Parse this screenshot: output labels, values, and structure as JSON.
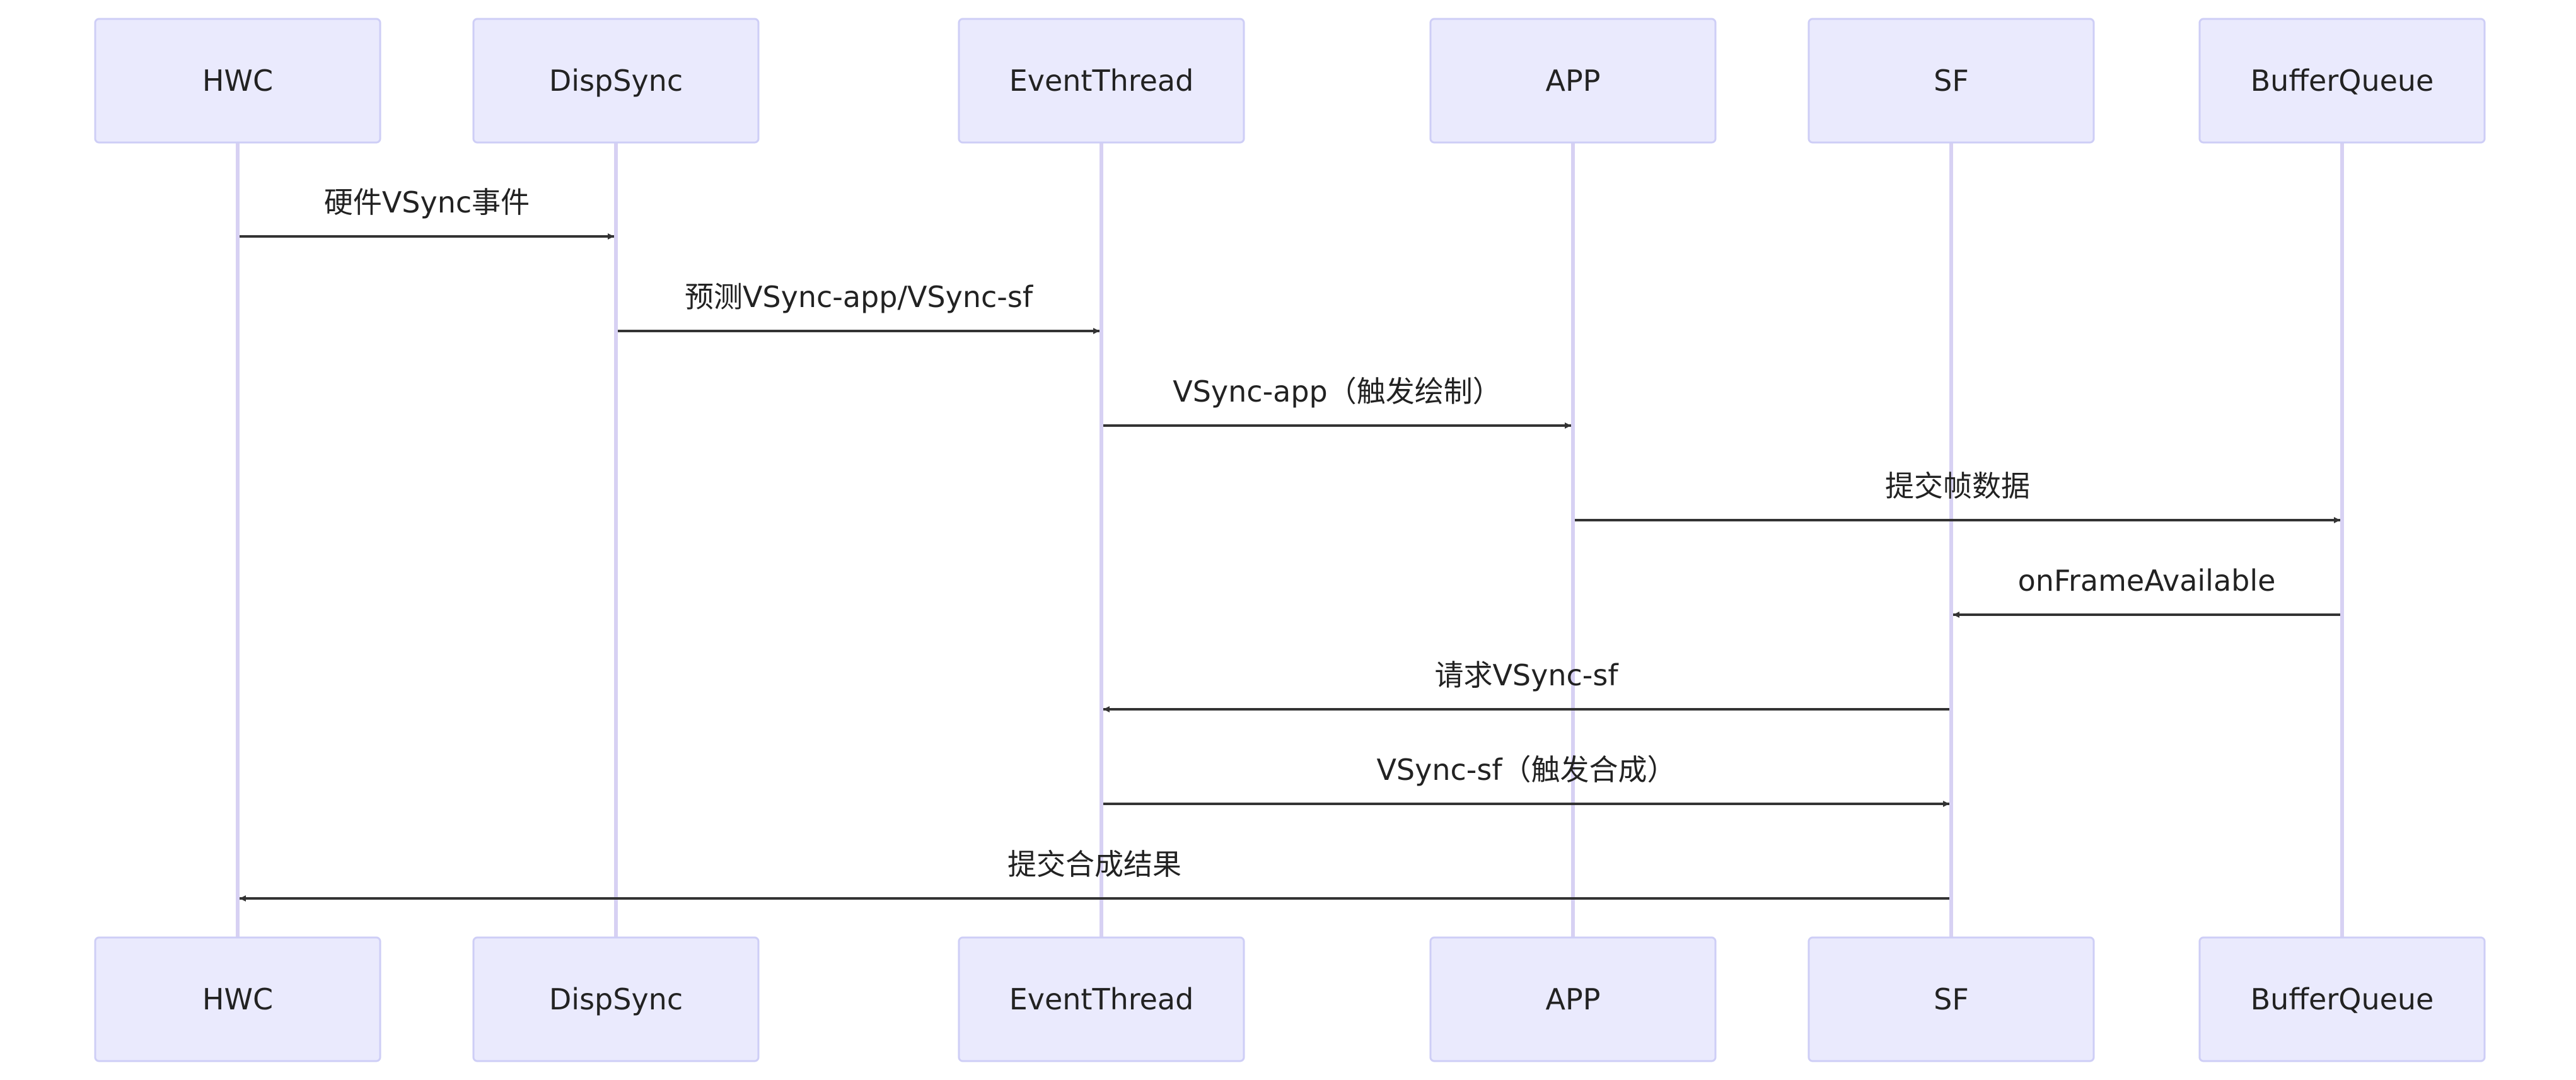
{
  "participants": [
    {
      "id": "hwc",
      "label": "HWC"
    },
    {
      "id": "dispsync",
      "label": "DispSync"
    },
    {
      "id": "eventthread",
      "label": "EventThread"
    },
    {
      "id": "app",
      "label": "APP"
    },
    {
      "id": "sf",
      "label": "SF"
    },
    {
      "id": "bufferqueue",
      "label": "BufferQueue"
    }
  ],
  "messages": [
    {
      "from": "hwc",
      "to": "dispsync",
      "label": "硬件VSync事件"
    },
    {
      "from": "dispsync",
      "to": "eventthread",
      "label": "预测VSync-app/VSync-sf"
    },
    {
      "from": "eventthread",
      "to": "app",
      "label": "VSync-app（触发绘制）"
    },
    {
      "from": "app",
      "to": "bufferqueue",
      "label": "提交帧数据"
    },
    {
      "from": "bufferqueue",
      "to": "sf",
      "label": "onFrameAvailable"
    },
    {
      "from": "sf",
      "to": "eventthread",
      "label": "请求VSync-sf"
    },
    {
      "from": "eventthread",
      "to": "sf",
      "label": "VSync-sf（触发合成）"
    },
    {
      "from": "sf",
      "to": "hwc",
      "label": "提交合成结果"
    }
  ],
  "colors": {
    "box_fill": "#EAEAFD",
    "box_stroke": "#CECEF6",
    "lifeline": "#D7D1F3",
    "arrow": "#333333",
    "text": "#222222"
  }
}
